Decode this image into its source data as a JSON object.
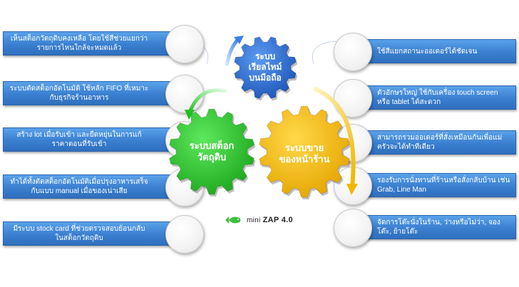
{
  "left_items": [
    {
      "text": "เห็นสต็อกวัตถุดิบคงเหลือ โดยใช้สีช่วยแยกว่ารายการไหนใกล้จะหมดแล้ว"
    },
    {
      "text": "ระบบตัดสต็อกอัตโนมัติ ใช้หลัก FIFO ที่เหมาะกับธุรกิจร้านอาหาร"
    },
    {
      "text": "สร้าง lot เมื่อรับเข้า และยืดหยุ่นในการแก้ราคาตอนที่รับเข้า"
    },
    {
      "text": "ทำได้ทั้งตัดสต็อกอัตโนมัติเมื่อปรุงอาหารเสร็จกับแบบ manual เมื่อของเน่าเสีย"
    },
    {
      "text": "มีระบบ stock card ที่ช่วยตรวจสอบย้อนกลับในสต็อกวัตถุดิบ"
    }
  ],
  "right_items": [
    {
      "text": "ใช้สีแยกสถานะออเดอร์ได้ชัดเจน"
    },
    {
      "text": "ตัวอักษรใหญ่ ใช้กับเครื่อง touch screen หรือ tablet ได้สะดวก"
    },
    {
      "text": "สามารถรวมออเดอร์ที่สั่งเหมือนกันเพื่อแม่ครัวจะได้ทำทีเดียว"
    },
    {
      "text": "รองรับการนั่งทานที่ร้านหรือสั่งกลับบ้าน เช่น Grab, Line Man"
    },
    {
      "text": "จัดการโต๊ะนั่งในร้าน, ว่างหรือไม่ว่า, จองโต๊ะ, ย้ายโต๊ะ"
    }
  ],
  "gears": {
    "realtime": {
      "line1": "ระบบ",
      "line2": "เรียลไทม์",
      "line3": "บนมือถือ",
      "color": "#2f6fd6"
    },
    "stock": {
      "line1": "ระบบสต็อก",
      "line2": "วัตถุดิบ",
      "color": "#2ecc2e"
    },
    "sales": {
      "line1": "ระบบขาย",
      "line2": "ของหน้าร้าน",
      "color": "#f5b800"
    }
  },
  "logo": {
    "prefix": "mini",
    "name": "ZAP 4.0",
    "icon": "fish-logo-icon"
  }
}
